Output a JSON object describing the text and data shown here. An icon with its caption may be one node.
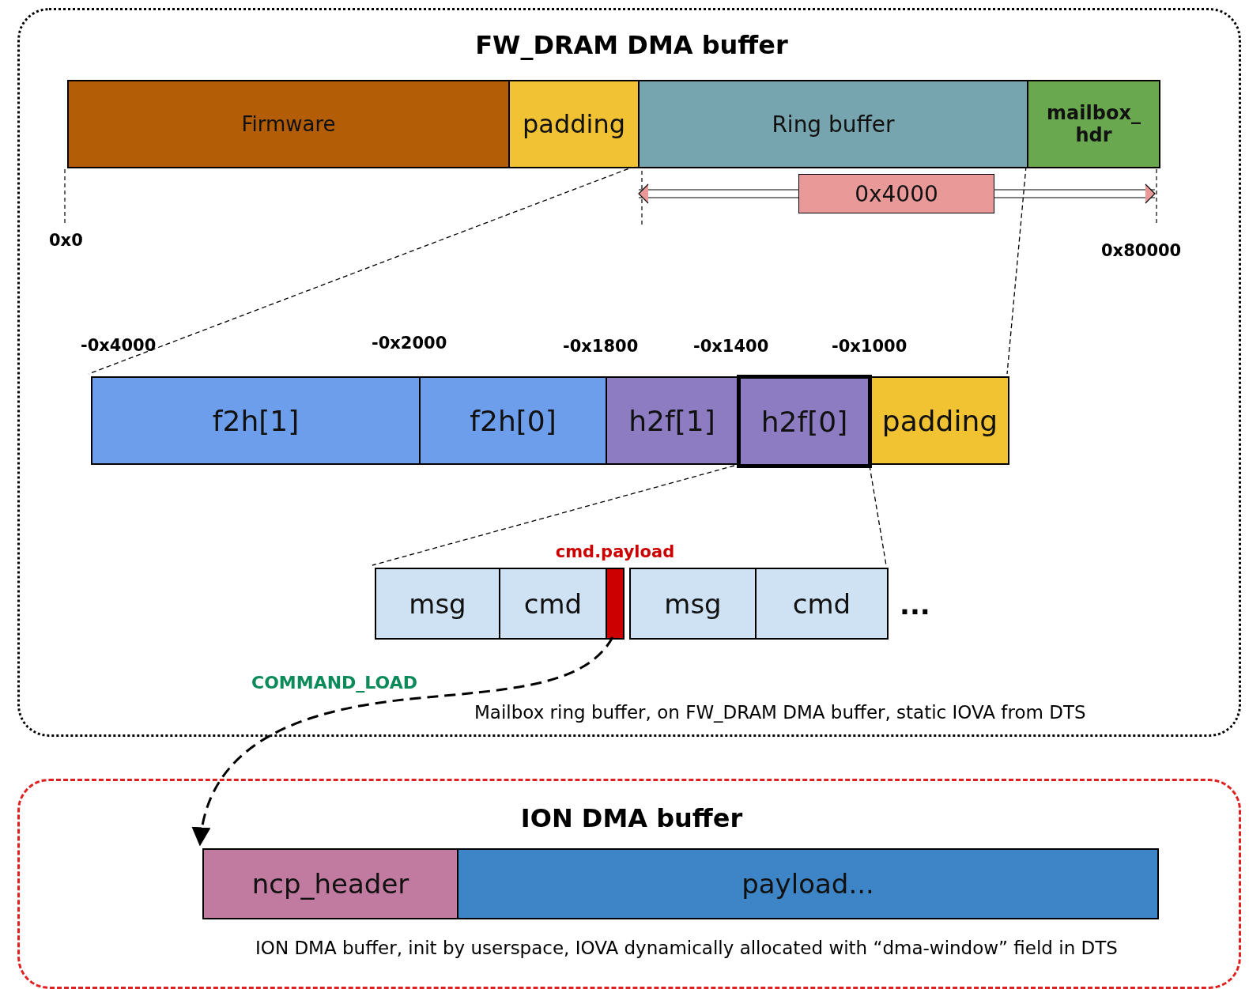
{
  "diagram": {
    "nodes": [
      {
        "text": [
          "FW_DRAM DMA buffer",
          "Mailbox ring buffer, on FW_DRAM DMA buffer, static IOVA from DTS"
        ]
      },
      {
        "text": [
          "Firmware"
        ],
        "in": 0
      },
      {
        "text": [
          "padding"
        ],
        "in": 0
      },
      {
        "text": [
          "Ring buffer"
        ],
        "in": 0
      },
      {
        "text": [
          "mailbox_ hdr"
        ],
        "in": 0
      },
      {
        "text": [
          "f2h[1]"
        ],
        "in": 0
      },
      {
        "text": [
          "f2h[0]"
        ],
        "in": 0
      },
      {
        "text": [
          "h2f[1]"
        ],
        "in": 0
      },
      {
        "text": [
          "h2f[0]"
        ],
        "in": 0
      },
      {
        "text": [
          "padding"
        ],
        "in": 0
      },
      {
        "text": [
          "msg"
        ],
        "in": 0
      },
      {
        "text": [
          "cmd"
        ],
        "in": 0
      },
      {
        "text": [
          "cmd.payload"
        ],
        "in": 0
      },
      {
        "text": [
          "msg"
        ],
        "in": 0
      },
      {
        "text": [
          "cmd"
        ],
        "in": 0
      },
      {
        "text": [
          "ION DMA buffer",
          "ION DMA buffer, init by userspace, IOVA dynamically allocated with “dma-window” field in DTS"
        ]
      },
      {
        "text": [
          "ncp_header"
        ],
        "in": 15
      },
      {
        "text": [
          "payload..."
        ],
        "in": 15
      }
    ],
    "edges": [
      {
        "from": 3,
        "to": 5,
        "arrow": "none",
        "style": "dashed"
      },
      {
        "from": 3,
        "to": 9,
        "arrow": "none",
        "style": "dashed"
      },
      {
        "from": 8,
        "to": 10,
        "arrow": "none",
        "style": "dashed"
      },
      {
        "from": 8,
        "to": 14,
        "arrow": "none",
        "style": "dashed"
      },
      {
        "from": 12,
        "to": 16,
        "arrow": "to",
        "style": "dashed",
        "label": "COMMAND_LOAD"
      }
    ],
    "labels": [
      "0x4000",
      "0x0",
      "0x80000",
      "-0x4000",
      "-0x2000",
      "-0x1800",
      "-0x1400",
      "-0x1000",
      "..."
    ]
  }
}
